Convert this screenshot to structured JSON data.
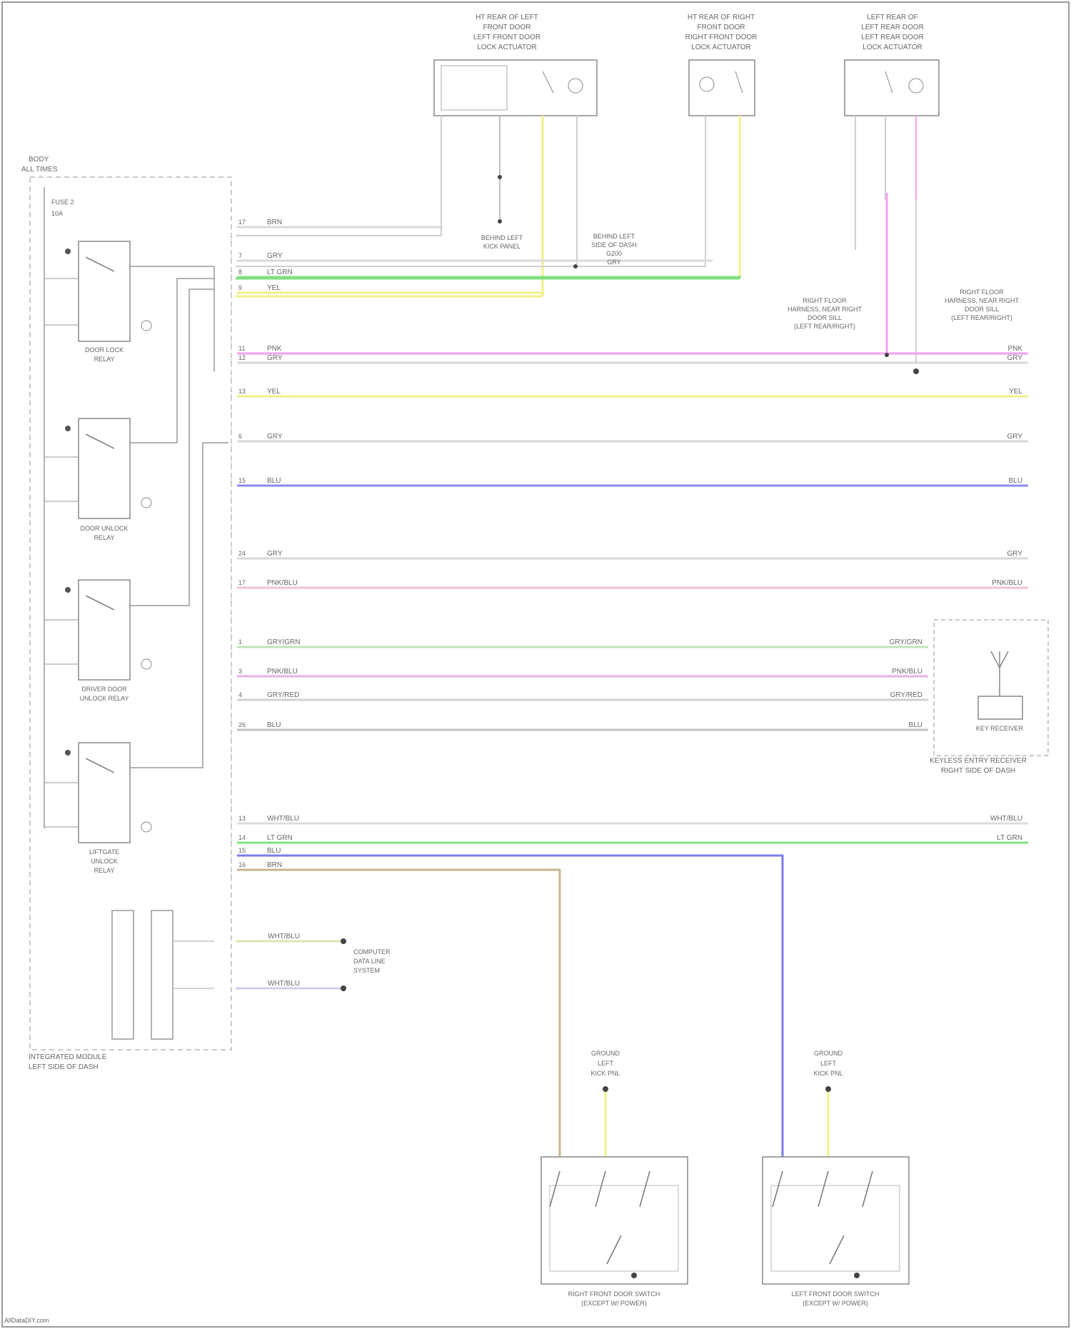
{
  "top_components": [
    {
      "lines": [
        "HT REAR OF LEFT",
        "FRONT DOOR",
        "LEFT FRONT DOOR",
        "LOCK ACTUATOR"
      ]
    },
    {
      "lines": [
        "HT REAR OF RIGHT",
        "FRONT DOOR",
        "RIGHT FRONT DOOR",
        "LOCK ACTUATOR"
      ]
    },
    {
      "lines": [
        "LEFT REAR OF",
        "LEFT REAR DOOR",
        "LEFT REAR DOOR",
        "LOCK ACTUATOR"
      ]
    }
  ],
  "module": {
    "label_top": [
      "BODY",
      "ALL TIMES"
    ],
    "fuse": [
      "FUSE 2",
      "10A"
    ],
    "label_bottom": [
      "INTEGRATED MODULE",
      "LEFT SIDE OF DASH"
    ]
  },
  "relays": [
    {
      "label": [
        "DOOR LOCK",
        "RELAY"
      ]
    },
    {
      "label": [
        "DOOR UNLOCK",
        "RELAY"
      ]
    },
    {
      "label": [
        "DRIVER DOOR",
        "UNLOCK RELAY"
      ]
    },
    {
      "label": [
        "LIFTGATE",
        "UNLOCK",
        "RELAY"
      ]
    }
  ],
  "wires": [
    {
      "pin": "17",
      "color": "BRN",
      "right": "",
      "stroke": "#d9d9d9"
    },
    {
      "pin": "7",
      "color": "GRY",
      "right": "",
      "stroke": "#d9d9d9"
    },
    {
      "pin": "8",
      "color": "LT GRN",
      "right": "",
      "stroke": "#7fe07f"
    },
    {
      "pin": "9",
      "color": "YEL",
      "right": "",
      "stroke": "#f0f08a"
    },
    {
      "pin": "11",
      "color": "PNK",
      "right": "PNK",
      "stroke": "#f5a0f0"
    },
    {
      "pin": "12",
      "color": "GRY",
      "right": "GRY",
      "stroke": "#d9d9d9"
    },
    {
      "pin": "13",
      "color": "YEL",
      "right": "YEL",
      "stroke": "#f0f08a"
    },
    {
      "pin": "6",
      "color": "GRY",
      "right": "GRY",
      "stroke": "#d9d9d9"
    },
    {
      "pin": "15",
      "color": "BLU",
      "right": "BLU",
      "stroke": "#8a8af0"
    },
    {
      "pin": "24",
      "color": "GRY",
      "right": "GRY",
      "stroke": "#d9d9d9"
    },
    {
      "pin": "17",
      "color": "PNK/BLU",
      "right": "PNK/BLU",
      "stroke": "#f2c2cf"
    },
    {
      "pin": "1",
      "color": "GRY/GRN",
      "right": "GRY/GRN",
      "stroke": "#bfe3bf"
    },
    {
      "pin": "3",
      "color": "PNK/BLU",
      "right": "PNK/BLU",
      "stroke": "#e7b0ec"
    },
    {
      "pin": "4",
      "color": "GRY/RED",
      "right": "GRY/RED",
      "stroke": "#d0d0d0"
    },
    {
      "pin": "26",
      "color": "BLU",
      "right": "BLU",
      "stroke": "#c0c0c0"
    },
    {
      "pin": "13",
      "color": "WHT/BLU",
      "right": "WHT/BLU",
      "stroke": "#dcdcdc"
    },
    {
      "pin": "14",
      "color": "LT GRN",
      "right": "LT GRN",
      "stroke": "#7fe07f"
    },
    {
      "pin": "15",
      "color": "BLU",
      "right": "",
      "stroke": "#7b7bef"
    },
    {
      "pin": "16",
      "color": "BRN",
      "right": "",
      "stroke": "#c8b58f"
    }
  ],
  "keyless_receiver": {
    "label": [
      "KEYLESS ENTRY RECEIVER",
      "RIGHT SIDE OF DASH"
    ],
    "inner": "KEY RECEIVER"
  },
  "comm": {
    "wires": [
      "WHT/BLU",
      "WHT/BLU"
    ],
    "label": [
      "COMPUTER",
      "DATA LINE",
      "SYSTEM"
    ]
  },
  "grounds": [
    {
      "lines": [
        "GROUND",
        "LEFT",
        "KICK PNL"
      ]
    },
    {
      "lines": [
        "GROUND",
        "LEFT",
        "KICK PNL"
      ]
    }
  ],
  "door_switches": [
    {
      "label": [
        "RIGHT FRONT DOOR SWITCH",
        "(EXCEPT W/ POWER)"
      ]
    },
    {
      "label": [
        "LEFT FRONT DOOR SWITCH",
        "(EXCEPT W/ POWER)"
      ]
    }
  ],
  "ground_notes": [
    {
      "lines": [
        "BEHIND LEFT",
        "KICK PANEL"
      ]
    },
    {
      "lines": [
        "BEHIND LEFT",
        "SIDE OF DASH",
        "G200",
        "GRY"
      ]
    },
    {
      "lines": [
        "RIGHT FLOOR",
        "HARNESS, NEAR RIGHT",
        "DOOR SILL",
        "(LEFT REAR/RIGHT)"
      ]
    },
    {
      "lines": [
        "RIGHT FLOOR",
        "HARNESS, NEAR RIGHT",
        "DOOR SILL",
        "(LEFT REAR/RIGHT)"
      ]
    }
  ],
  "footer": "AllDataDIY.com"
}
